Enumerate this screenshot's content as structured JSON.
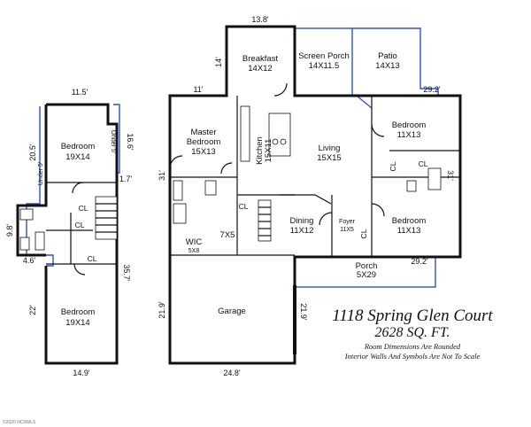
{
  "upper": {
    "bedroom_top": {
      "name": "Bedroom",
      "size": "19X14"
    },
    "bedroom_bottom": {
      "name": "Bedroom",
      "size": "19X14"
    },
    "cl1": "CL",
    "cl2": "CL",
    "cl3": "CL",
    "under5_left": "Under 5'",
    "under5_right": "Under 5'",
    "dims": {
      "top": "11.5'",
      "left_upper": "20.5'",
      "right_upper": "16.6'",
      "right_small": "1.7'",
      "left_small": "9.8'",
      "left_mid": "4.6'",
      "right_lower": "35.7'",
      "left_lower": "22'",
      "bottom": "14.9'"
    }
  },
  "main": {
    "breakfast": {
      "name": "Breakfast",
      "size": "14X12"
    },
    "screen_porch": {
      "name": "Screen Porch",
      "size": "14X11.5"
    },
    "patio": {
      "name": "Patio",
      "size": "14X13"
    },
    "master": {
      "name1": "Master",
      "name2": "Bedroom",
      "size": "15X13"
    },
    "kitchen": {
      "name": "Kitchen",
      "size": "15X11"
    },
    "living": {
      "name": "Living",
      "size": "15X15"
    },
    "bedroom_ne": {
      "name": "Bedroom",
      "size": "11X13"
    },
    "bedroom_se": {
      "name": "Bedroom",
      "size": "11X13"
    },
    "dining": {
      "name": "Dining",
      "size": "11X12"
    },
    "foyer": {
      "name": "Foyer",
      "size": "11X5"
    },
    "wic": {
      "name": "WIC",
      "size": "5X8"
    },
    "closet_7x5": "7X5",
    "porch": {
      "name": "Porch",
      "size": "5X29"
    },
    "garage": {
      "name": "Garage"
    },
    "cl_labels": [
      "CL",
      "CL",
      "CL",
      "CL"
    ],
    "dims": {
      "breakfast_top": "13.8'",
      "breakfast_left": "14'",
      "west_top": "11'",
      "east_top": "29.2'",
      "west_side": "31'",
      "east_side": "31'",
      "porch_right": "29.2'",
      "garage_left": "21.9'",
      "garage_right": "21.9'",
      "garage_bottom": "24.8'"
    }
  },
  "caption": {
    "title": "1118 Spring Glen Court",
    "sqft": "2628 SQ. FT.",
    "note1": "Room Dimensions Are Rounded",
    "note2": "Interior Walls And Symbols Are Not To Scale"
  },
  "watermark": "©2020 NCRMLS"
}
